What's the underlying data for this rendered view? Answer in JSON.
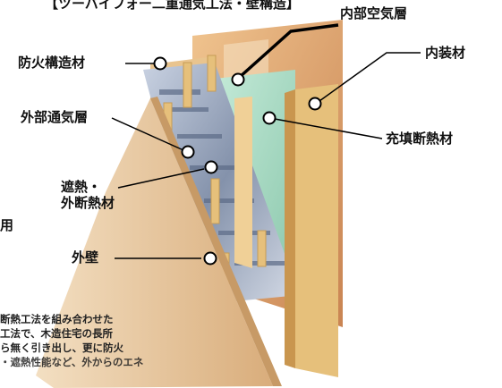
{
  "header": {
    "title_fragment": "【ツーバイフォー二重通気工法・壁構造】"
  },
  "labels": {
    "inner_air_layer": "内部空気層",
    "interior_finish": "内装材",
    "fireproof_structural": "防火構造材",
    "outer_ventilation": "外部通気層",
    "fill_insulation": "充填断熱材",
    "heat_shield_line1": "遮熱・",
    "heat_shield_line2": "外断熱材",
    "exterior_wall": "外壁",
    "partial_left": "用"
  },
  "description": {
    "lines": [
      "断熱工法を組み合わせた",
      "工法で、木造住宅の長所",
      "ら無く引き出し、更に防火",
      "・遮熱性能など、外からのエネ"
    ]
  },
  "colors": {
    "pointer": "#000000",
    "marker_fill": "#ffffff",
    "panel_outer": "#e8c9a3",
    "panel_inner": "#c98a59",
    "insulation": "#a9d9c3",
    "stud": "#e6c07b",
    "foil": "#8c99ad"
  }
}
